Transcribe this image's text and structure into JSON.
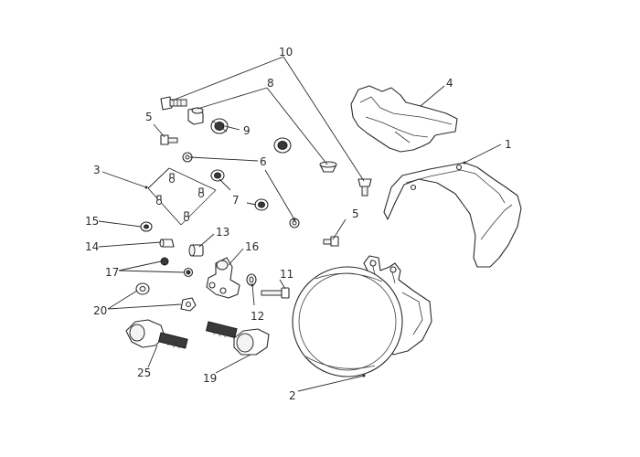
{
  "callouts": [
    {
      "id": "c1",
      "text": "1"
    },
    {
      "id": "c2",
      "text": "2"
    },
    {
      "id": "c3",
      "text": "3"
    },
    {
      "id": "c4",
      "text": "4"
    },
    {
      "id": "c5a",
      "text": "5"
    },
    {
      "id": "c5b",
      "text": "5"
    },
    {
      "id": "c6",
      "text": "6"
    },
    {
      "id": "c7",
      "text": "7"
    },
    {
      "id": "c8",
      "text": "8"
    },
    {
      "id": "c9",
      "text": "9"
    },
    {
      "id": "c10",
      "text": "10"
    },
    {
      "id": "c11",
      "text": "11"
    },
    {
      "id": "c12",
      "text": "12"
    },
    {
      "id": "c13",
      "text": "13"
    },
    {
      "id": "c14",
      "text": "14"
    },
    {
      "id": "c15",
      "text": "15"
    },
    {
      "id": "c16",
      "text": "16"
    },
    {
      "id": "c17",
      "text": "17"
    },
    {
      "id": "c19",
      "text": "19"
    },
    {
      "id": "c20",
      "text": "20"
    },
    {
      "id": "c25",
      "text": "25"
    }
  ]
}
